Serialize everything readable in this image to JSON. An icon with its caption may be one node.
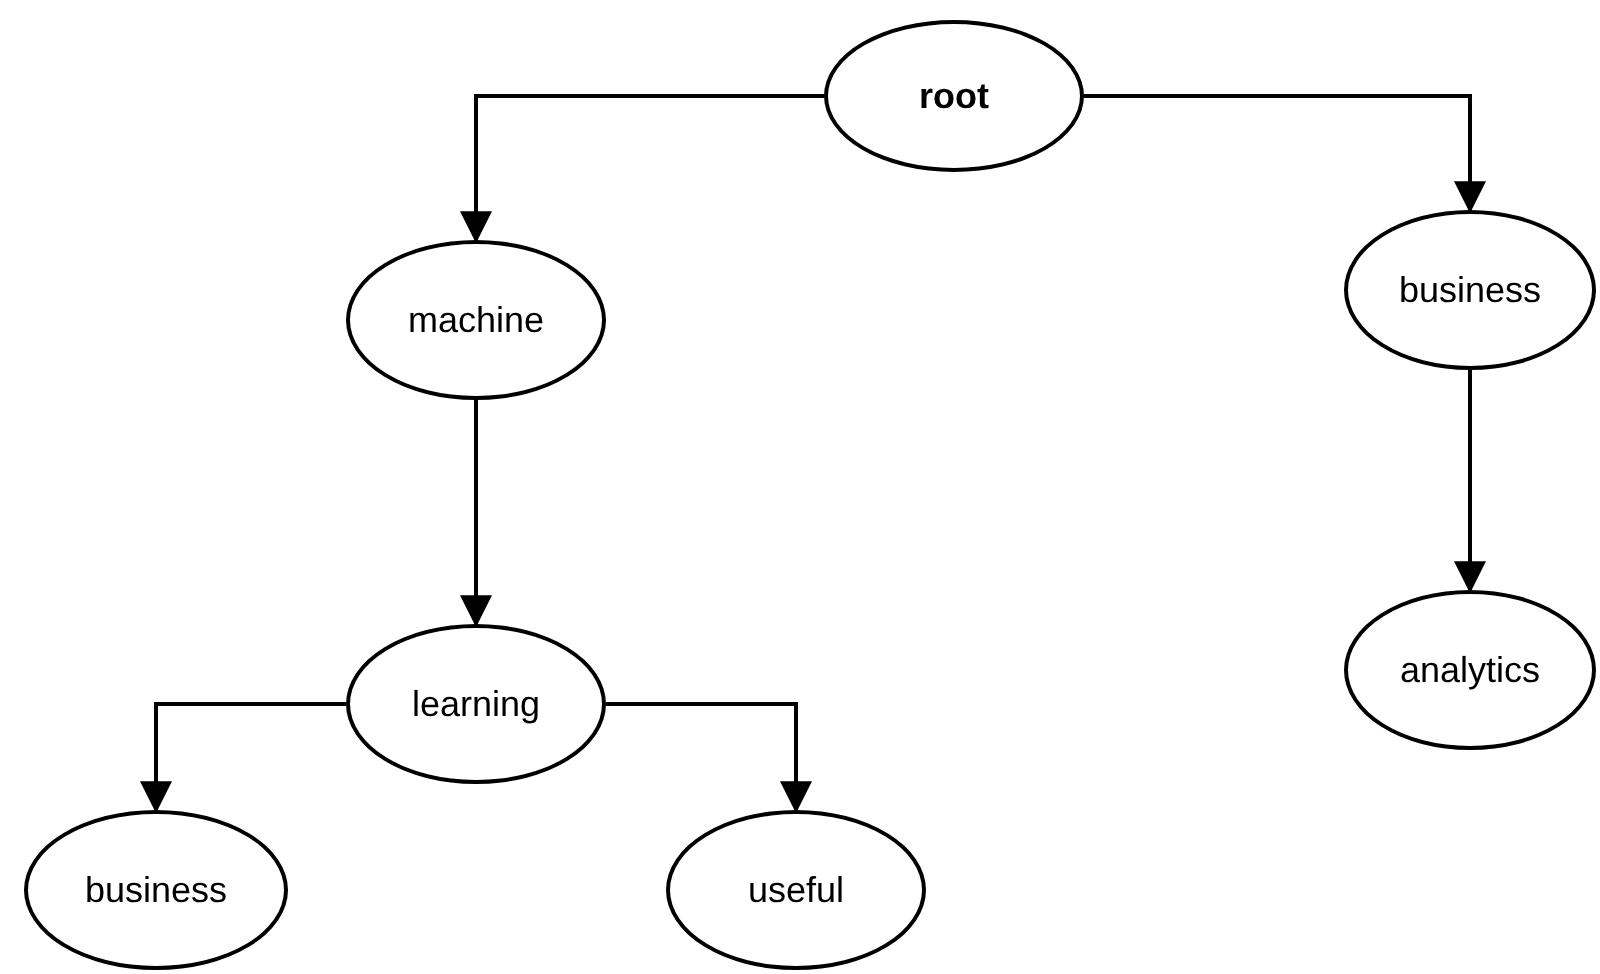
{
  "diagram": {
    "nodes": [
      {
        "text": [
          "root"
        ]
      },
      {
        "text": [
          "machine"
        ]
      },
      {
        "text": [
          "business"
        ]
      },
      {
        "text": [
          "learning"
        ]
      },
      {
        "text": [
          "analytics"
        ]
      },
      {
        "text": [
          "business"
        ]
      },
      {
        "text": [
          "useful"
        ]
      }
    ],
    "edges": [
      {
        "from": 0,
        "to": 1,
        "arrow": "to"
      },
      {
        "from": 0,
        "to": 2,
        "arrow": "to"
      },
      {
        "from": 1,
        "to": 3,
        "arrow": "to"
      },
      {
        "from": 2,
        "to": 4,
        "arrow": "to"
      },
      {
        "from": 3,
        "to": 5,
        "arrow": "to"
      },
      {
        "from": 3,
        "to": 6,
        "arrow": "to"
      }
    ]
  }
}
